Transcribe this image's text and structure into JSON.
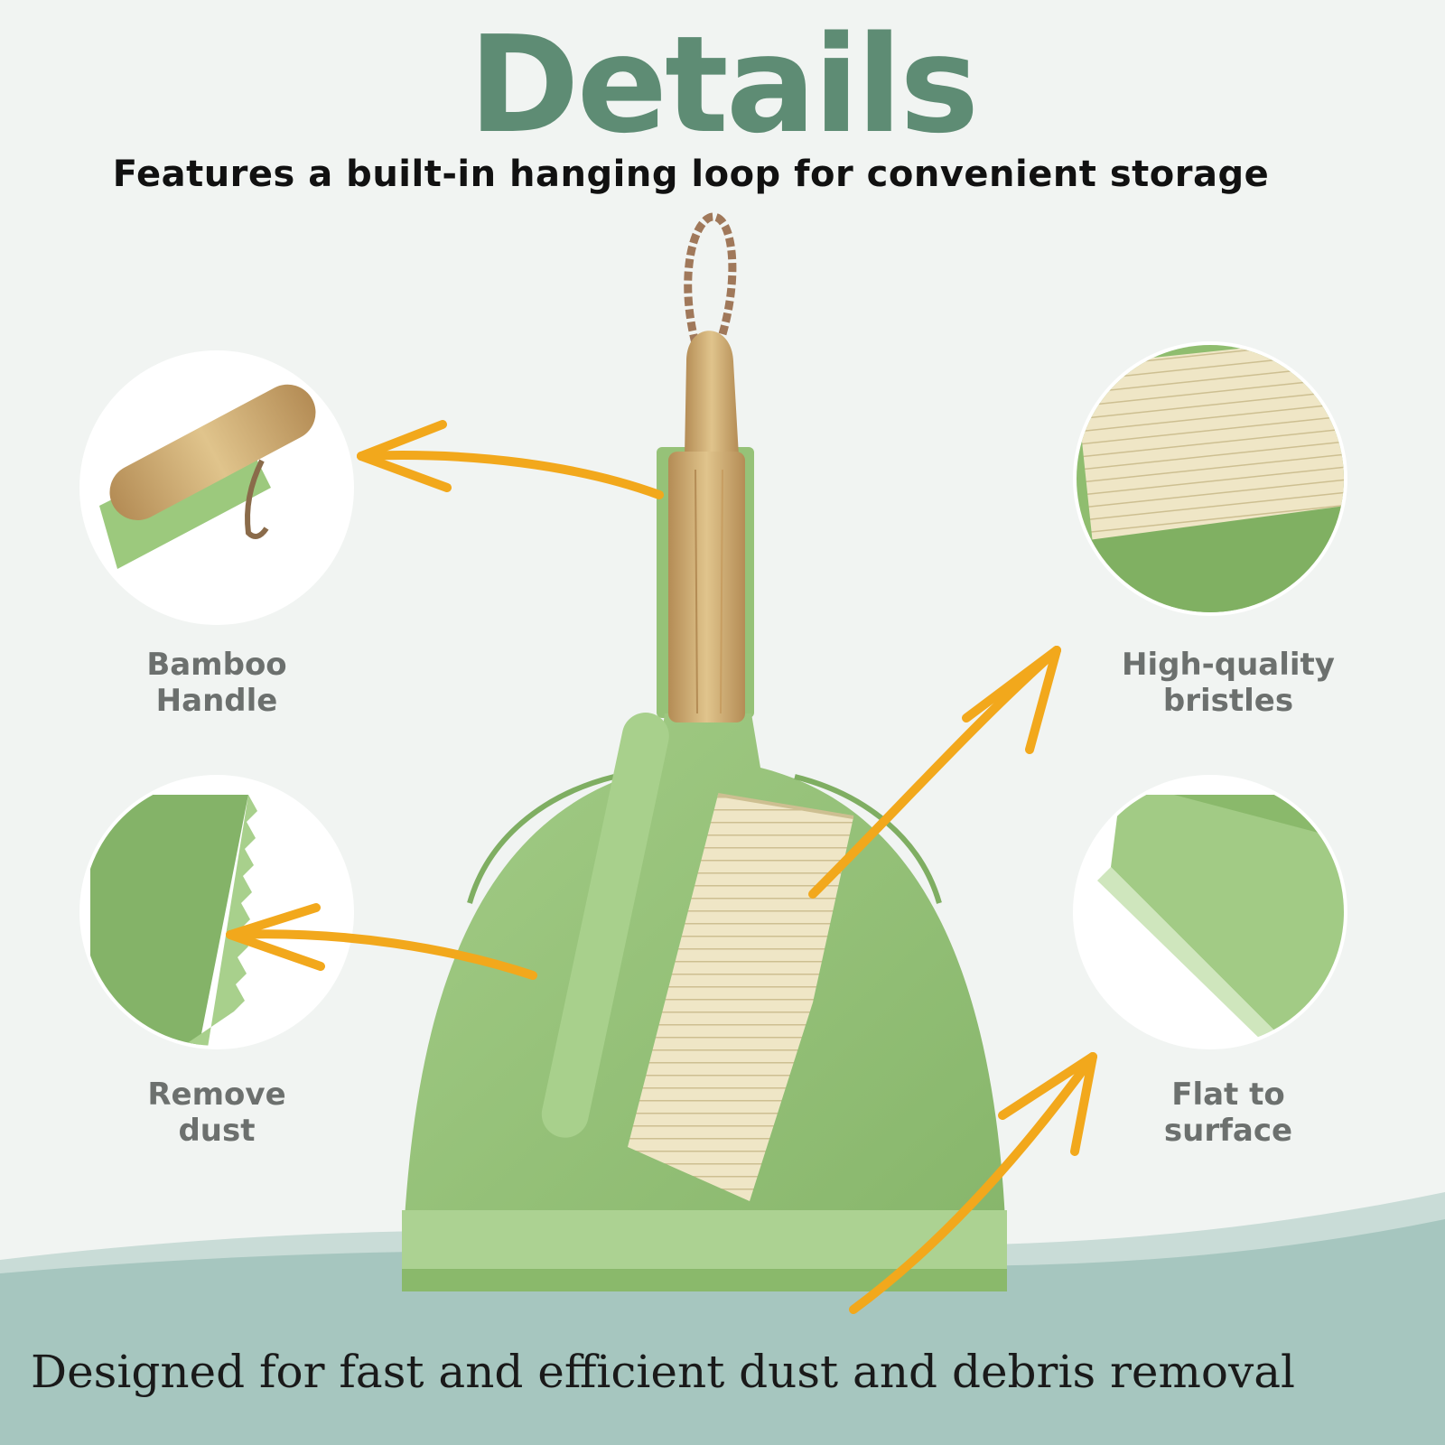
{
  "header": {
    "title": "Details",
    "subtitle": "Features a built-in hanging loop for convenient storage"
  },
  "features": [
    {
      "id": "bamboo-handle",
      "line1": "Bamboo",
      "line2": "Handle"
    },
    {
      "id": "bristles",
      "line1": "High-quality",
      "line2": "bristles"
    },
    {
      "id": "remove-dust",
      "line1": "Remove",
      "line2": "dust"
    },
    {
      "id": "flat-surface",
      "line1": "Flat to",
      "line2": "surface"
    }
  ],
  "footer": {
    "tagline": "Designed for fast and efficient dust and debris removal"
  },
  "colors": {
    "title": "#5e8c74",
    "background": "#f1f4f2",
    "base_wave": "#a6c6bf",
    "wave_highlight": "#c9dcd7",
    "pan_green": "#96c278",
    "pan_dark": "#7fae62",
    "pan_light": "#acd292",
    "bamboo": "#d8b97e",
    "bamboo_dark": "#b48c55",
    "bristle": "#efe6c6",
    "arrow": "#f2a81c",
    "label_gray": "#6c706e"
  }
}
